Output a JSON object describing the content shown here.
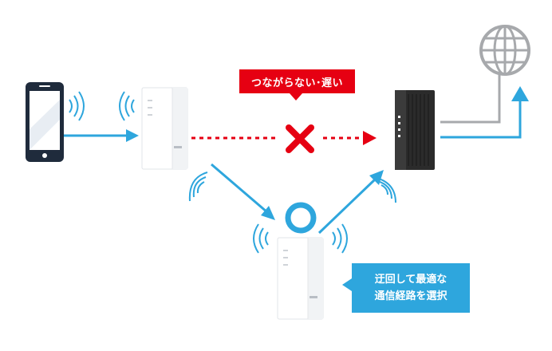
{
  "labels": {
    "blocked": "つながらない･遅い",
    "route_line1": "迂回して最適な",
    "route_line2": "通信経路を選択"
  },
  "icons": {
    "smartphone": "smartphone-icon",
    "extender_top": "wifi-extender-icon",
    "extender_bottom": "wifi-extender-icon",
    "router": "router-icon",
    "internet": "globe-icon",
    "blocked": "cross-icon",
    "selected": "circle-icon"
  },
  "colors": {
    "blue": "#2ea6dd",
    "red": "#e60012",
    "gray": "#a7a9ac",
    "device_dark": "#1f2b3c",
    "router": "#2b2b2b"
  }
}
